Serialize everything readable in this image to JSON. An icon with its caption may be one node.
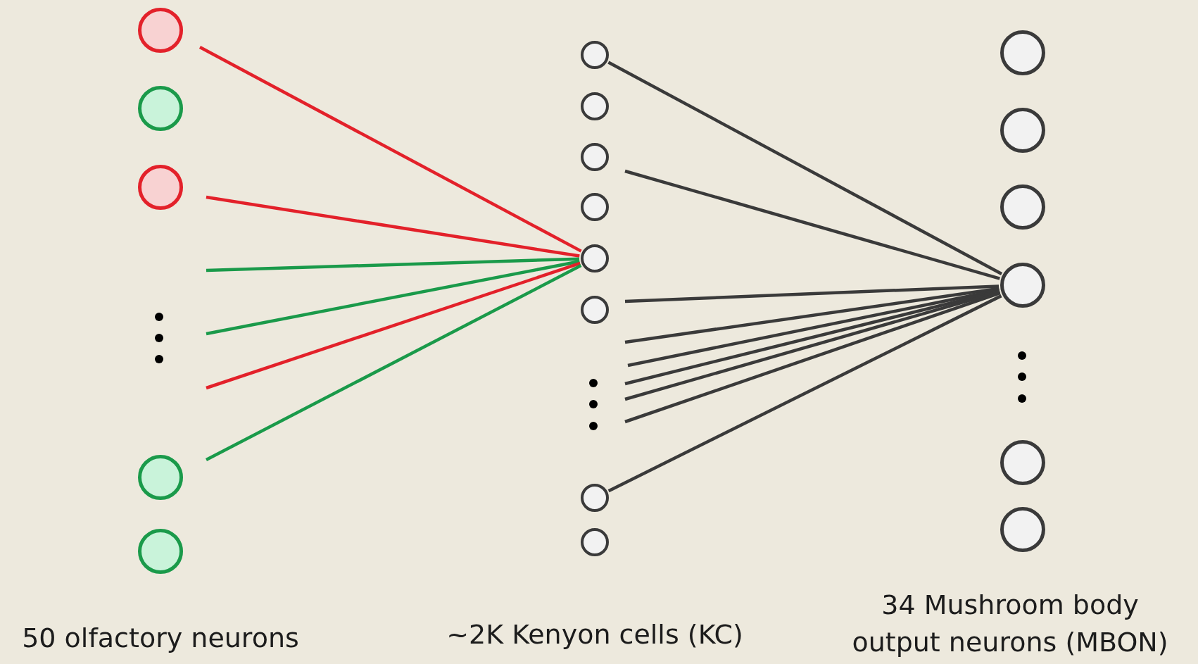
{
  "diagram": {
    "nodes": [
      {
        "text": [],
        "shape": "circle"
      },
      {
        "text": [],
        "shape": "circle"
      },
      {
        "text": [],
        "shape": "circle"
      },
      {
        "text": [],
        "shape": "circle"
      },
      {
        "text": [],
        "shape": "circle"
      },
      {
        "text": [],
        "shape": "circle"
      },
      {
        "text": [],
        "shape": "circle"
      },
      {
        "text": [],
        "shape": "circle"
      },
      {
        "text": [],
        "shape": "circle"
      },
      {
        "text": [],
        "shape": "circle"
      },
      {
        "text": [],
        "shape": "circle"
      },
      {
        "text": [],
        "shape": "circle"
      },
      {
        "text": [],
        "shape": "circle"
      },
      {
        "text": [],
        "shape": "circle"
      },
      {
        "text": [],
        "shape": "circle"
      },
      {
        "text": [],
        "shape": "circle"
      },
      {
        "text": [],
        "shape": "circle"
      },
      {
        "text": [],
        "shape": "circle"
      },
      {
        "text": [],
        "shape": "circle"
      }
    ],
    "edges": [
      {
        "from": null,
        "to": 9,
        "arrow": "none",
        "color": "#e3212a"
      },
      {
        "from": null,
        "to": 9,
        "arrow": "none",
        "color": "#e3212a"
      },
      {
        "from": null,
        "to": 9,
        "arrow": "none",
        "color": "#1a9a4a"
      },
      {
        "from": null,
        "to": 9,
        "arrow": "none",
        "color": "#1a9a4a"
      },
      {
        "from": null,
        "to": 9,
        "arrow": "none",
        "color": "#e3212a"
      },
      {
        "from": null,
        "to": 9,
        "arrow": "none",
        "color": "#1a9a4a"
      },
      {
        "from": 5,
        "to": 16,
        "arrow": "none"
      },
      {
        "from": null,
        "to": 16,
        "arrow": "none"
      },
      {
        "from": null,
        "to": 16,
        "arrow": "none"
      },
      {
        "from": null,
        "to": 16,
        "arrow": "none"
      },
      {
        "from": null,
        "to": 16,
        "arrow": "none"
      },
      {
        "from": null,
        "to": 16,
        "arrow": "none"
      },
      {
        "from": null,
        "to": 16,
        "arrow": "none"
      },
      {
        "from": null,
        "to": 16,
        "arrow": "none"
      },
      {
        "from": 11,
        "to": 16,
        "arrow": "none"
      }
    ],
    "labels": [
      "50 olfactory neurons",
      "~2K Kenyon cells (KC)",
      "34 Mushroom body output neurons (MBON)"
    ]
  }
}
